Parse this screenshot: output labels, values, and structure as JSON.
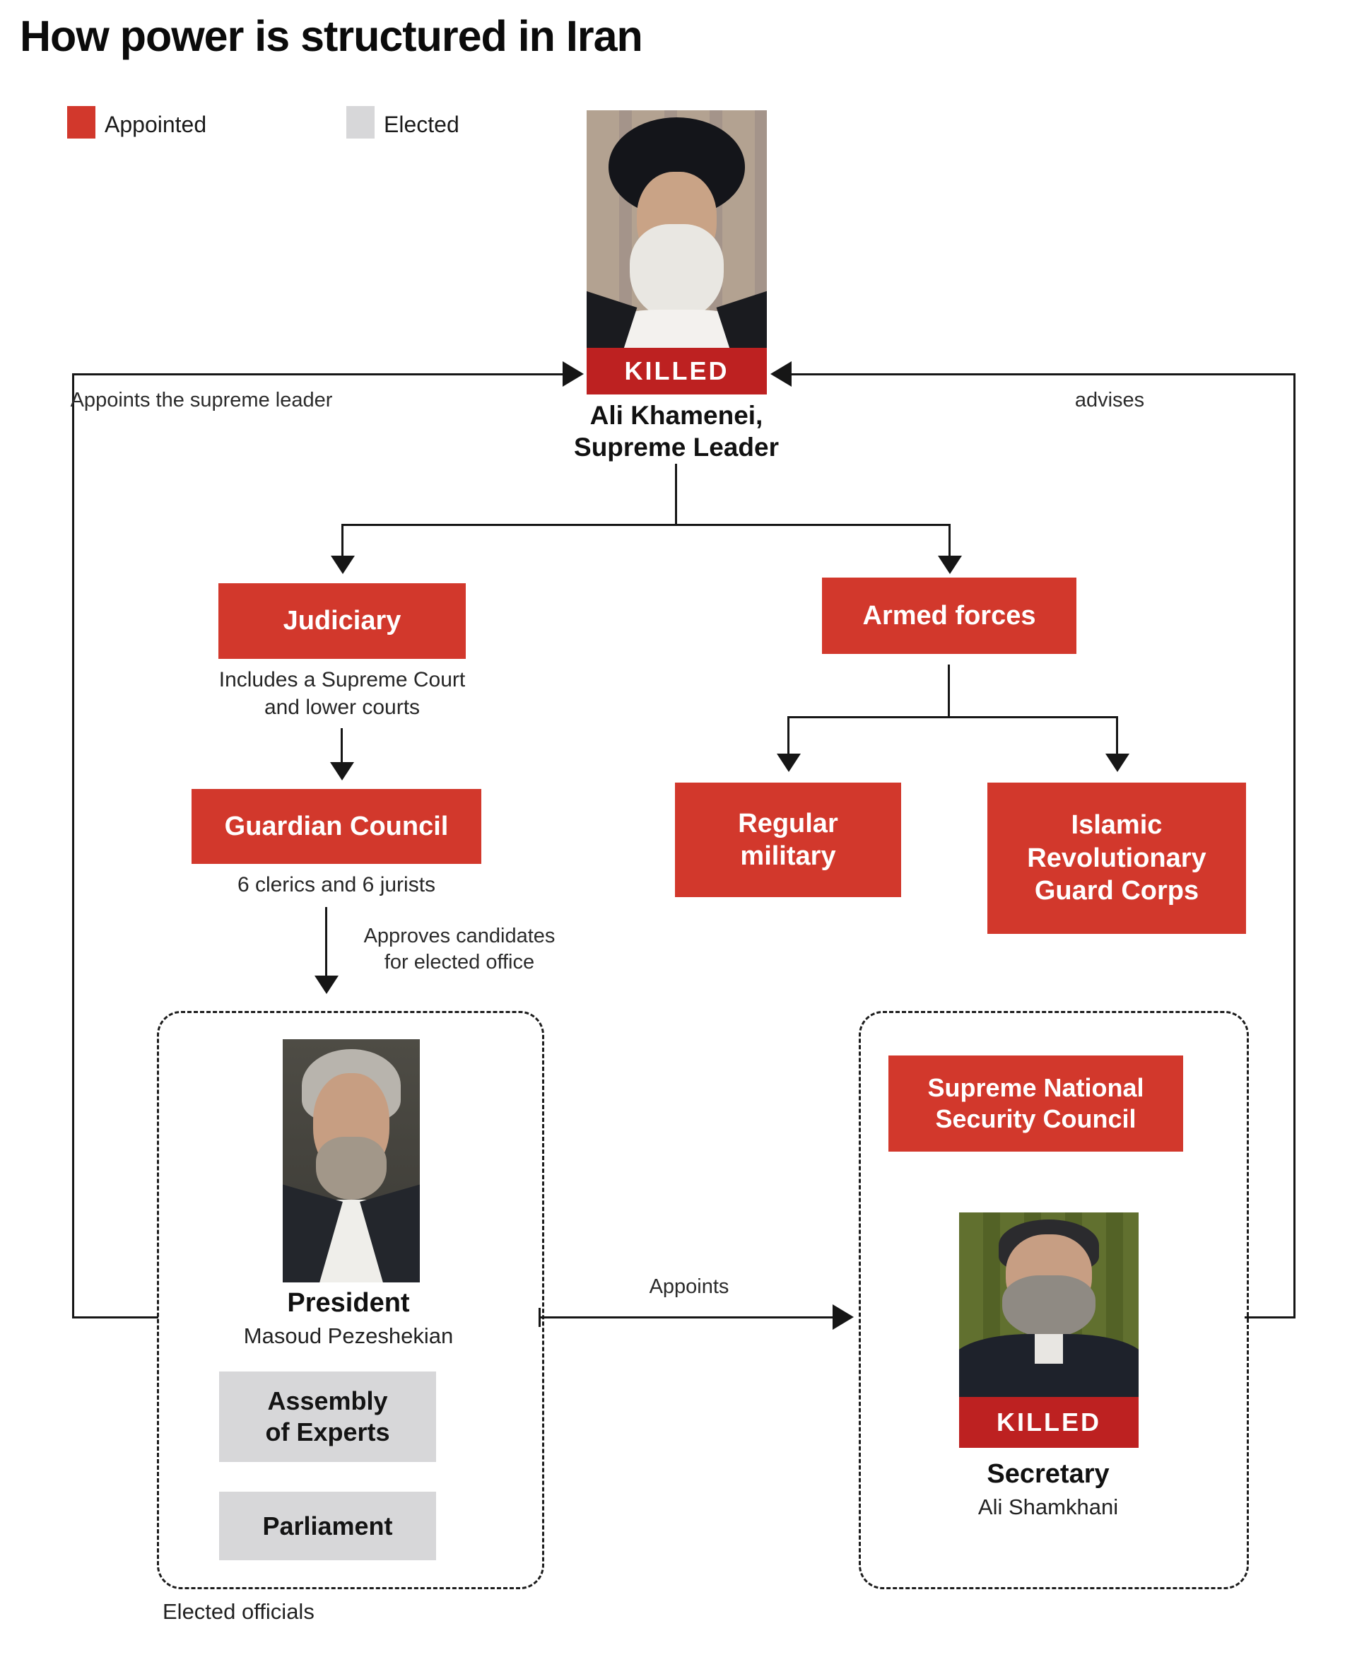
{
  "title": "How power is structured in Iran",
  "legend": {
    "appointed_label": "Appointed",
    "elected_label": "Elected"
  },
  "colors": {
    "appointed_red": "#d2382c",
    "killed_red": "#bd2121",
    "elected_gray": "#d7d7d9",
    "line_black": "#161616"
  },
  "supreme_leader": {
    "status_badge": "KILLED",
    "name_line1": "Ali Khamenei,",
    "name_line2": "Supreme Leader"
  },
  "judiciary": {
    "label": "Judiciary",
    "note_line1": "Includes a Supreme Court",
    "note_line2": "and lower courts"
  },
  "guardian_council": {
    "label": "Guardian Council",
    "note": "6 clerics and 6 jurists"
  },
  "armed_forces": {
    "label": "Armed forces"
  },
  "regular_military": {
    "label": "Regular\nmilitary"
  },
  "irgc": {
    "label": "Islamic\nRevolutionary\nGuard Corps"
  },
  "elected_group": {
    "president_title": "President",
    "president_name": "Masoud Pezeshekian",
    "assembly_label": "Assembly\nof Experts",
    "parliament_label": "Parliament",
    "caption": "Elected officials"
  },
  "security_group": {
    "council_label": "Supreme National\nSecurity Council",
    "status_badge": "KILLED",
    "secretary_title": "Secretary",
    "secretary_name": "Ali Shamkhani"
  },
  "edge_labels": {
    "appoints_supreme_leader": "Appoints the supreme leader",
    "advises": "advises",
    "approves_line1": "Approves candidates",
    "approves_line2": "for elected office",
    "appoints": "Appoints"
  }
}
